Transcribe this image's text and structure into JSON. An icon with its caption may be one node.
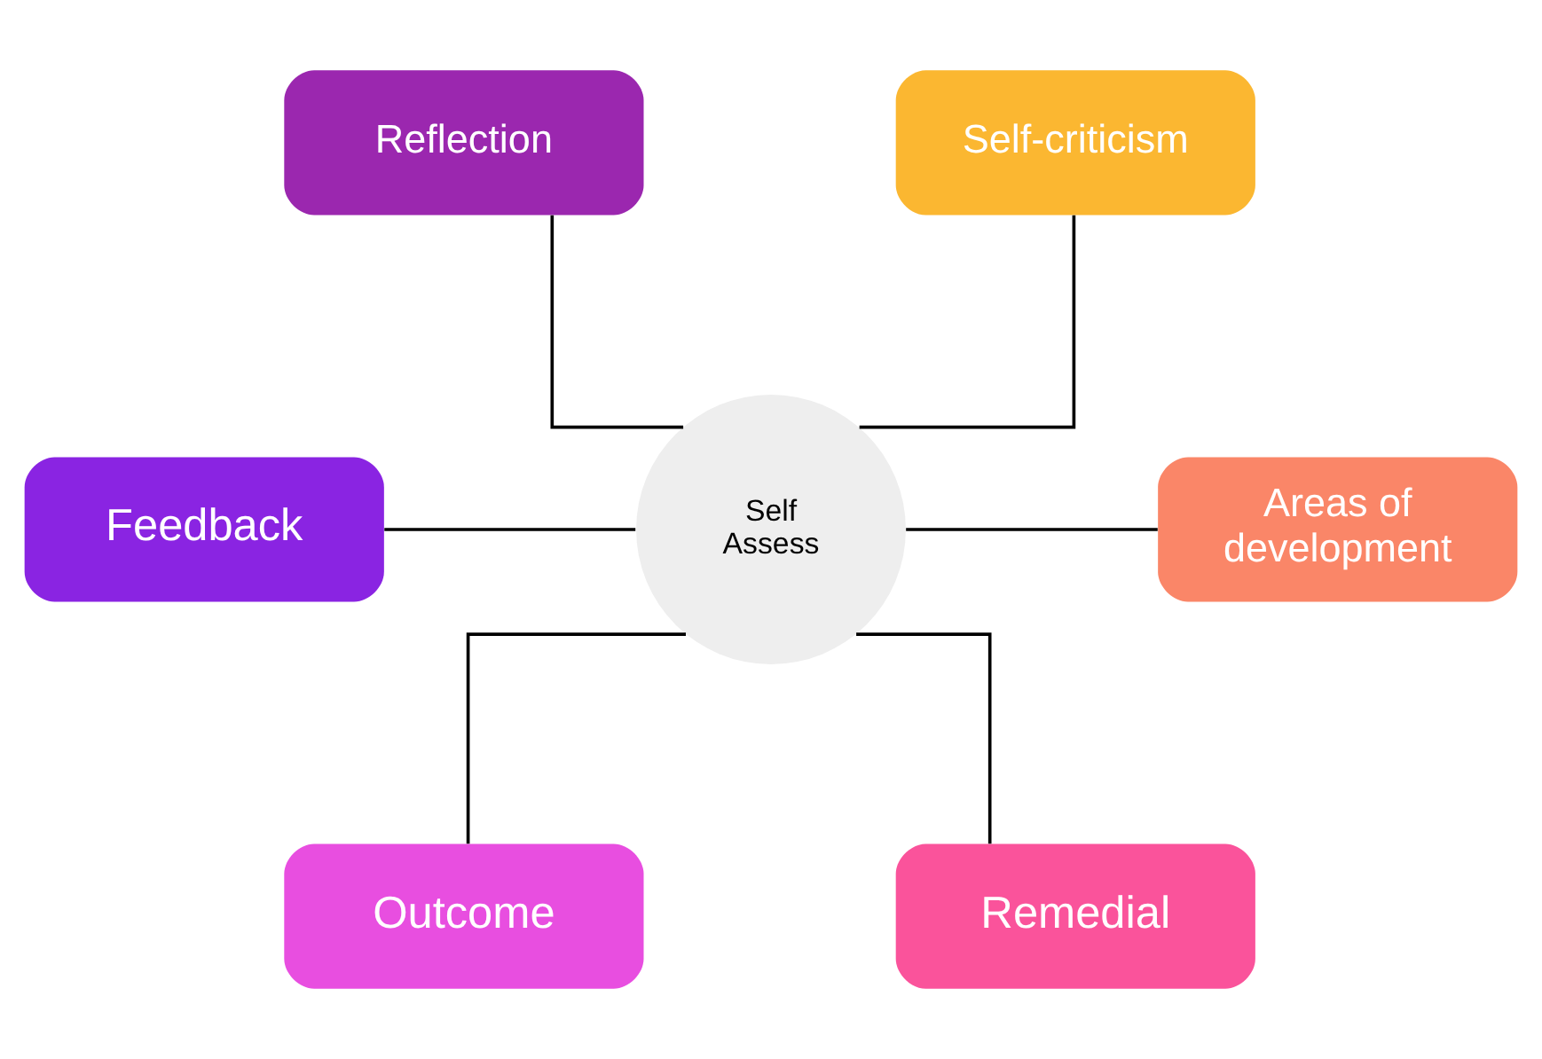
{
  "diagram": {
    "nodes": [
      {
        "text": [
          "Reflection"
        ]
      },
      {
        "text": [
          "Self-criticism"
        ]
      },
      {
        "text": [
          "Feedback"
        ]
      },
      {
        "text": [
          "Self Assess"
        ]
      },
      {
        "text": [
          "Areas of development"
        ]
      },
      {
        "text": [
          "Outcome"
        ]
      },
      {
        "text": [
          "Remedial"
        ]
      }
    ],
    "edges": [
      {
        "from": 0,
        "to": 3,
        "arrow": "none"
      },
      {
        "from": 1,
        "to": 3,
        "arrow": "none"
      },
      {
        "from": 2,
        "to": 3,
        "arrow": "none"
      },
      {
        "from": 3,
        "to": 4,
        "arrow": "none"
      },
      {
        "from": 3,
        "to": 5,
        "arrow": "none"
      },
      {
        "from": 3,
        "to": 6,
        "arrow": "none"
      }
    ]
  }
}
